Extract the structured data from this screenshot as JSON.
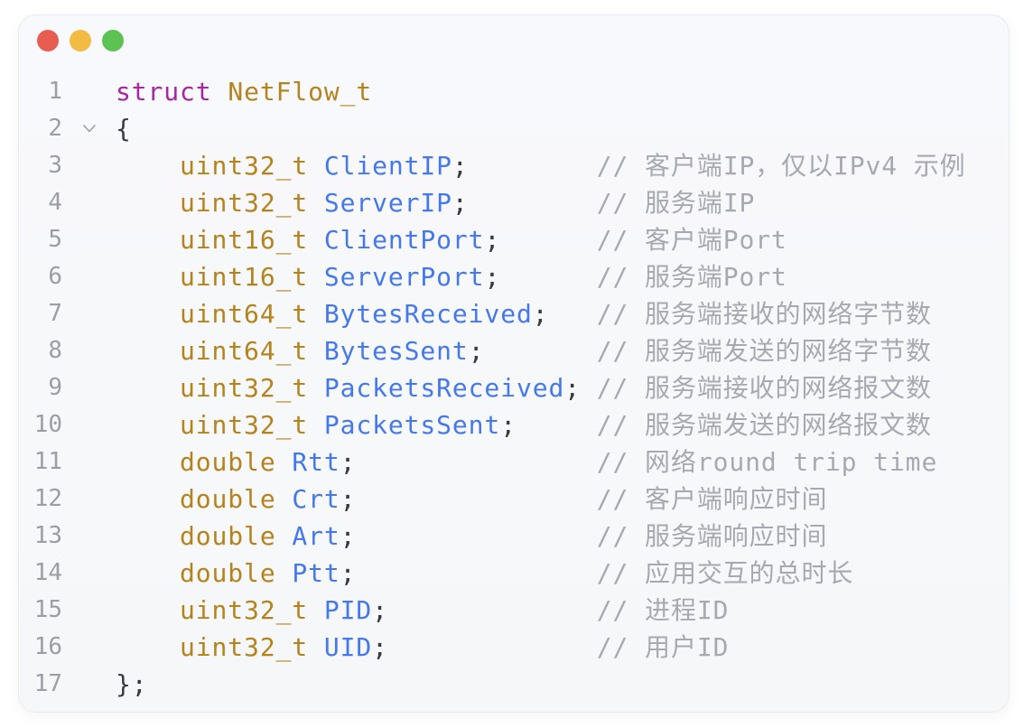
{
  "window": {
    "title": "",
    "controls": [
      {
        "name": "close-button",
        "icon": "traffic-light-red-icon",
        "color": "#e85d52"
      },
      {
        "name": "minimize-button",
        "icon": "traffic-light-yellow-icon",
        "color": "#f2bb44"
      },
      {
        "name": "zoom-button",
        "icon": "traffic-light-green-icon",
        "color": "#5cc353"
      }
    ]
  },
  "colors": {
    "keyword": "#a626a4",
    "type": "#b5831e",
    "identifier": "#4478ec",
    "punctuation": "#383a42",
    "comment": "#a6a9af",
    "gutter": "#9b9ea4",
    "window_background_top": "#f8f9fc",
    "window_background_bottom": "#f6f7f8",
    "window_border": "#e9ebee",
    "page_background": "#ffffff"
  },
  "icons": {
    "fold": "chevron-down-icon"
  },
  "code": {
    "language": "c",
    "lines": [
      {
        "num": "1",
        "fold": false,
        "tokens": [
          {
            "c": "kw",
            "s": "struct"
          },
          {
            "c": "plain",
            "s": " "
          },
          {
            "c": "type",
            "s": "NetFlow_t"
          }
        ]
      },
      {
        "num": "2",
        "fold": true,
        "tokens": [
          {
            "c": "punct",
            "s": "{"
          }
        ]
      },
      {
        "num": "3",
        "fold": false,
        "tokens": [
          {
            "c": "plain",
            "s": "    "
          },
          {
            "c": "type",
            "s": "uint32_t"
          },
          {
            "c": "plain",
            "s": " "
          },
          {
            "c": "ident",
            "s": "ClientIP"
          },
          {
            "c": "punct",
            "s": ";"
          },
          {
            "c": "plain",
            "s": "        "
          },
          {
            "c": "comment",
            "s": "// 客户端IP，仅以IPv4 示例"
          }
        ]
      },
      {
        "num": "4",
        "fold": false,
        "tokens": [
          {
            "c": "plain",
            "s": "    "
          },
          {
            "c": "type",
            "s": "uint32_t"
          },
          {
            "c": "plain",
            "s": " "
          },
          {
            "c": "ident",
            "s": "ServerIP"
          },
          {
            "c": "punct",
            "s": ";"
          },
          {
            "c": "plain",
            "s": "        "
          },
          {
            "c": "comment",
            "s": "// 服务端IP"
          }
        ]
      },
      {
        "num": "5",
        "fold": false,
        "tokens": [
          {
            "c": "plain",
            "s": "    "
          },
          {
            "c": "type",
            "s": "uint16_t"
          },
          {
            "c": "plain",
            "s": " "
          },
          {
            "c": "ident",
            "s": "ClientPort"
          },
          {
            "c": "punct",
            "s": ";"
          },
          {
            "c": "plain",
            "s": "      "
          },
          {
            "c": "comment",
            "s": "// 客户端Port"
          }
        ]
      },
      {
        "num": "6",
        "fold": false,
        "tokens": [
          {
            "c": "plain",
            "s": "    "
          },
          {
            "c": "type",
            "s": "uint16_t"
          },
          {
            "c": "plain",
            "s": " "
          },
          {
            "c": "ident",
            "s": "ServerPort"
          },
          {
            "c": "punct",
            "s": ";"
          },
          {
            "c": "plain",
            "s": "      "
          },
          {
            "c": "comment",
            "s": "// 服务端Port"
          }
        ]
      },
      {
        "num": "7",
        "fold": false,
        "tokens": [
          {
            "c": "plain",
            "s": "    "
          },
          {
            "c": "type",
            "s": "uint64_t"
          },
          {
            "c": "plain",
            "s": " "
          },
          {
            "c": "ident",
            "s": "BytesReceived"
          },
          {
            "c": "punct",
            "s": ";"
          },
          {
            "c": "plain",
            "s": "   "
          },
          {
            "c": "comment",
            "s": "// 服务端接收的网络字节数"
          }
        ]
      },
      {
        "num": "8",
        "fold": false,
        "tokens": [
          {
            "c": "plain",
            "s": "    "
          },
          {
            "c": "type",
            "s": "uint64_t"
          },
          {
            "c": "plain",
            "s": " "
          },
          {
            "c": "ident",
            "s": "BytesSent"
          },
          {
            "c": "punct",
            "s": ";"
          },
          {
            "c": "plain",
            "s": "       "
          },
          {
            "c": "comment",
            "s": "// 服务端发送的网络字节数"
          }
        ]
      },
      {
        "num": "9",
        "fold": false,
        "tokens": [
          {
            "c": "plain",
            "s": "    "
          },
          {
            "c": "type",
            "s": "uint32_t"
          },
          {
            "c": "plain",
            "s": " "
          },
          {
            "c": "ident",
            "s": "PacketsReceived"
          },
          {
            "c": "punct",
            "s": ";"
          },
          {
            "c": "plain",
            "s": " "
          },
          {
            "c": "comment",
            "s": "// 服务端接收的网络报文数"
          }
        ]
      },
      {
        "num": "10",
        "fold": false,
        "tokens": [
          {
            "c": "plain",
            "s": "    "
          },
          {
            "c": "type",
            "s": "uint32_t"
          },
          {
            "c": "plain",
            "s": " "
          },
          {
            "c": "ident",
            "s": "PacketsSent"
          },
          {
            "c": "punct",
            "s": ";"
          },
          {
            "c": "plain",
            "s": "     "
          },
          {
            "c": "comment",
            "s": "// 服务端发送的网络报文数"
          }
        ]
      },
      {
        "num": "11",
        "fold": false,
        "tokens": [
          {
            "c": "plain",
            "s": "    "
          },
          {
            "c": "type",
            "s": "double"
          },
          {
            "c": "plain",
            "s": " "
          },
          {
            "c": "ident",
            "s": "Rtt"
          },
          {
            "c": "punct",
            "s": ";"
          },
          {
            "c": "plain",
            "s": "               "
          },
          {
            "c": "comment",
            "s": "// 网络round trip time"
          }
        ]
      },
      {
        "num": "12",
        "fold": false,
        "tokens": [
          {
            "c": "plain",
            "s": "    "
          },
          {
            "c": "type",
            "s": "double"
          },
          {
            "c": "plain",
            "s": " "
          },
          {
            "c": "ident",
            "s": "Crt"
          },
          {
            "c": "punct",
            "s": ";"
          },
          {
            "c": "plain",
            "s": "               "
          },
          {
            "c": "comment",
            "s": "// 客户端响应时间"
          }
        ]
      },
      {
        "num": "13",
        "fold": false,
        "tokens": [
          {
            "c": "plain",
            "s": "    "
          },
          {
            "c": "type",
            "s": "double"
          },
          {
            "c": "plain",
            "s": " "
          },
          {
            "c": "ident",
            "s": "Art"
          },
          {
            "c": "punct",
            "s": ";"
          },
          {
            "c": "plain",
            "s": "               "
          },
          {
            "c": "comment",
            "s": "// 服务端响应时间"
          }
        ]
      },
      {
        "num": "14",
        "fold": false,
        "tokens": [
          {
            "c": "plain",
            "s": "    "
          },
          {
            "c": "type",
            "s": "double"
          },
          {
            "c": "plain",
            "s": " "
          },
          {
            "c": "ident",
            "s": "Ptt"
          },
          {
            "c": "punct",
            "s": ";"
          },
          {
            "c": "plain",
            "s": "               "
          },
          {
            "c": "comment",
            "s": "// 应用交互的总时长"
          }
        ]
      },
      {
        "num": "15",
        "fold": false,
        "tokens": [
          {
            "c": "plain",
            "s": "    "
          },
          {
            "c": "type",
            "s": "uint32_t"
          },
          {
            "c": "plain",
            "s": " "
          },
          {
            "c": "ident",
            "s": "PID"
          },
          {
            "c": "punct",
            "s": ";"
          },
          {
            "c": "plain",
            "s": "             "
          },
          {
            "c": "comment",
            "s": "// 进程ID"
          }
        ]
      },
      {
        "num": "16",
        "fold": false,
        "tokens": [
          {
            "c": "plain",
            "s": "    "
          },
          {
            "c": "type",
            "s": "uint32_t"
          },
          {
            "c": "plain",
            "s": " "
          },
          {
            "c": "ident",
            "s": "UID"
          },
          {
            "c": "punct",
            "s": ";"
          },
          {
            "c": "plain",
            "s": "             "
          },
          {
            "c": "comment",
            "s": "// 用户ID"
          }
        ]
      },
      {
        "num": "17",
        "fold": false,
        "tokens": [
          {
            "c": "punct",
            "s": "};"
          }
        ]
      }
    ]
  }
}
